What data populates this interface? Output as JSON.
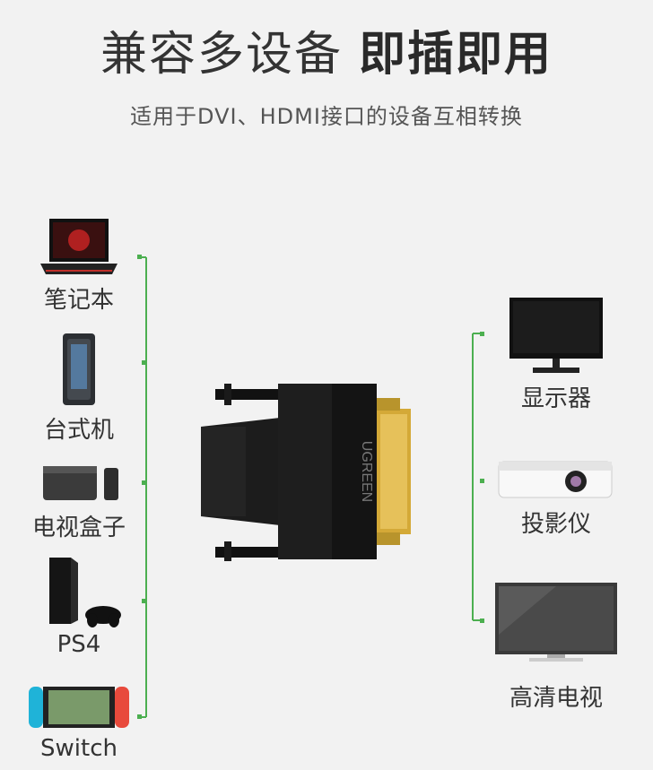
{
  "header": {
    "title_light": "兼容多设备",
    "title_bold": "即插即用",
    "subtitle": "适用于DVI、HDMI接口的设备互相转换"
  },
  "adapter": {
    "brand": "UGREEN"
  },
  "left_devices": [
    {
      "label": "笔记本",
      "icon": "laptop-icon"
    },
    {
      "label": "台式机",
      "icon": "desktop-tower-icon"
    },
    {
      "label": "电视盒子",
      "icon": "tv-box-icon"
    },
    {
      "label": "PS4",
      "icon": "ps4-console-icon"
    },
    {
      "label": "Switch",
      "icon": "switch-console-icon"
    }
  ],
  "right_devices": [
    {
      "label": "显示器",
      "icon": "monitor-icon"
    },
    {
      "label": "投影仪",
      "icon": "projector-icon"
    },
    {
      "label": "高清电视",
      "icon": "hdtv-icon"
    }
  ],
  "colors": {
    "connector_line": "#4caf50",
    "background": "#f2f2f2",
    "adapter_body": "#1e1e1e",
    "gold": "#d4a937"
  }
}
